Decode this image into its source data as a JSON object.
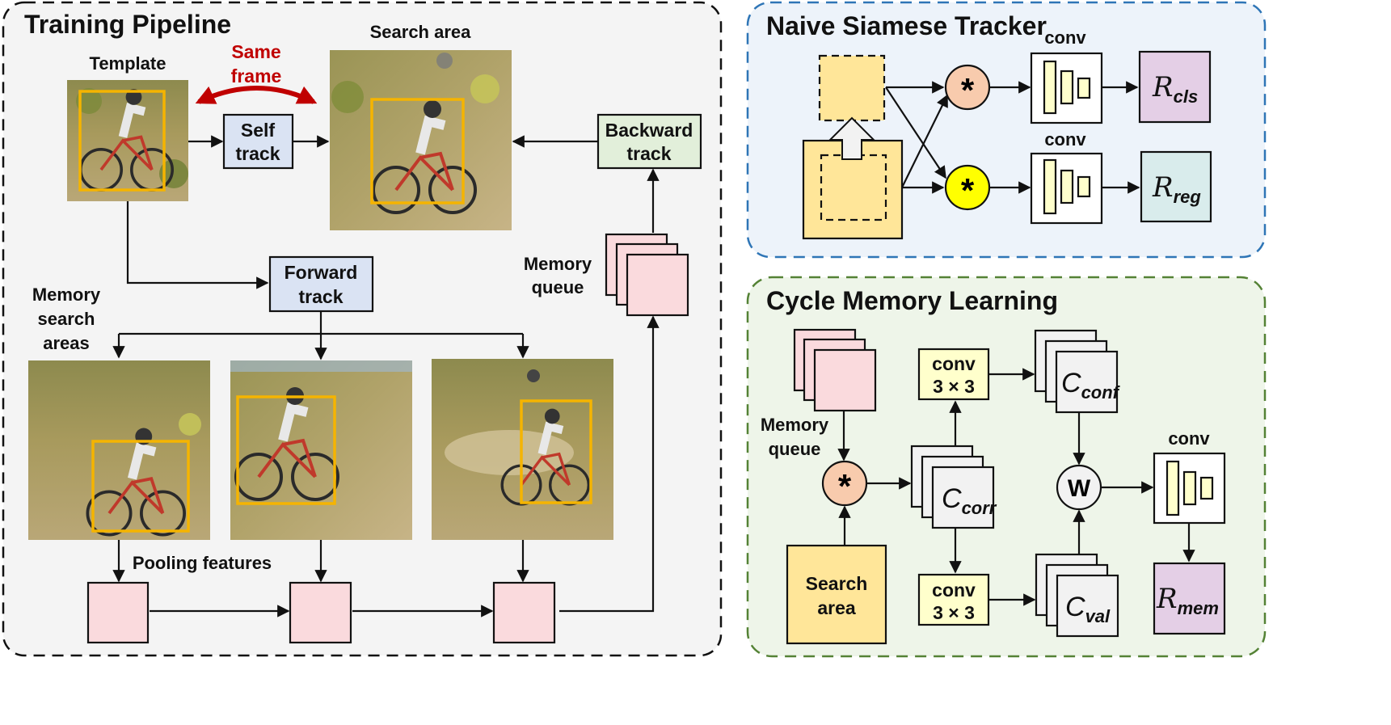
{
  "panels": {
    "training": {
      "title": "Training Pipeline"
    },
    "siamese": {
      "title": "Naive Siamese Tracker"
    },
    "cycle": {
      "title": "Cycle Memory Learning"
    }
  },
  "training": {
    "template_label": "Template",
    "search_area_label": "Search area",
    "same_frame": [
      "Same",
      "frame"
    ],
    "self_track": [
      "Self",
      "track"
    ],
    "backward_track": [
      "Backward",
      "track"
    ],
    "forward_track": [
      "Forward",
      "track"
    ],
    "memory_queue": [
      "Memory",
      "queue"
    ],
    "memory_search_areas": [
      "Memory",
      "search",
      "areas"
    ],
    "pooling_features": "Pooling features"
  },
  "siamese": {
    "conv_top": "conv",
    "conv_bottom": "conv",
    "correlation_symbol": "*",
    "r_cls": {
      "symbol": "R",
      "sub": "cls"
    },
    "r_reg": {
      "symbol": "R",
      "sub": "reg"
    }
  },
  "cycle": {
    "memory_queue": [
      "Memory",
      "queue"
    ],
    "search_area": [
      "Search",
      "area"
    ],
    "conv3_top": [
      "conv",
      "3 × 3"
    ],
    "conv3_bottom": [
      "conv",
      "3 × 3"
    ],
    "c_corr": {
      "symbol": "C",
      "sub": "corr"
    },
    "c_conf": {
      "symbol": "C",
      "sub": "conf"
    },
    "c_val": {
      "symbol": "C",
      "sub": "val"
    },
    "weight_symbol": "W",
    "correlation_symbol": "*",
    "conv_label": "conv",
    "r_mem": {
      "symbol": "R",
      "sub": "mem"
    }
  },
  "colors": {
    "training_bg": "#f4f4f4",
    "siamese_bg": "#edf3fa",
    "siamese_border": "#2e75b6",
    "cycle_bg": "#eef5e9",
    "cycle_border": "#548235",
    "track_blue": "#dae3f3",
    "backward_green": "#e2efda",
    "memory_pink": "#fadadd",
    "feature_yellow": "#ffe699",
    "conv_yellow": "#ffffcc",
    "corr_orange": "#f8cbad",
    "corr_yellow": "#ffff00",
    "r_purple": "#e4cfe6",
    "r_teal": "#d9ecec",
    "bbox_orange": "#f5b400",
    "red_arrow": "#c00000"
  }
}
